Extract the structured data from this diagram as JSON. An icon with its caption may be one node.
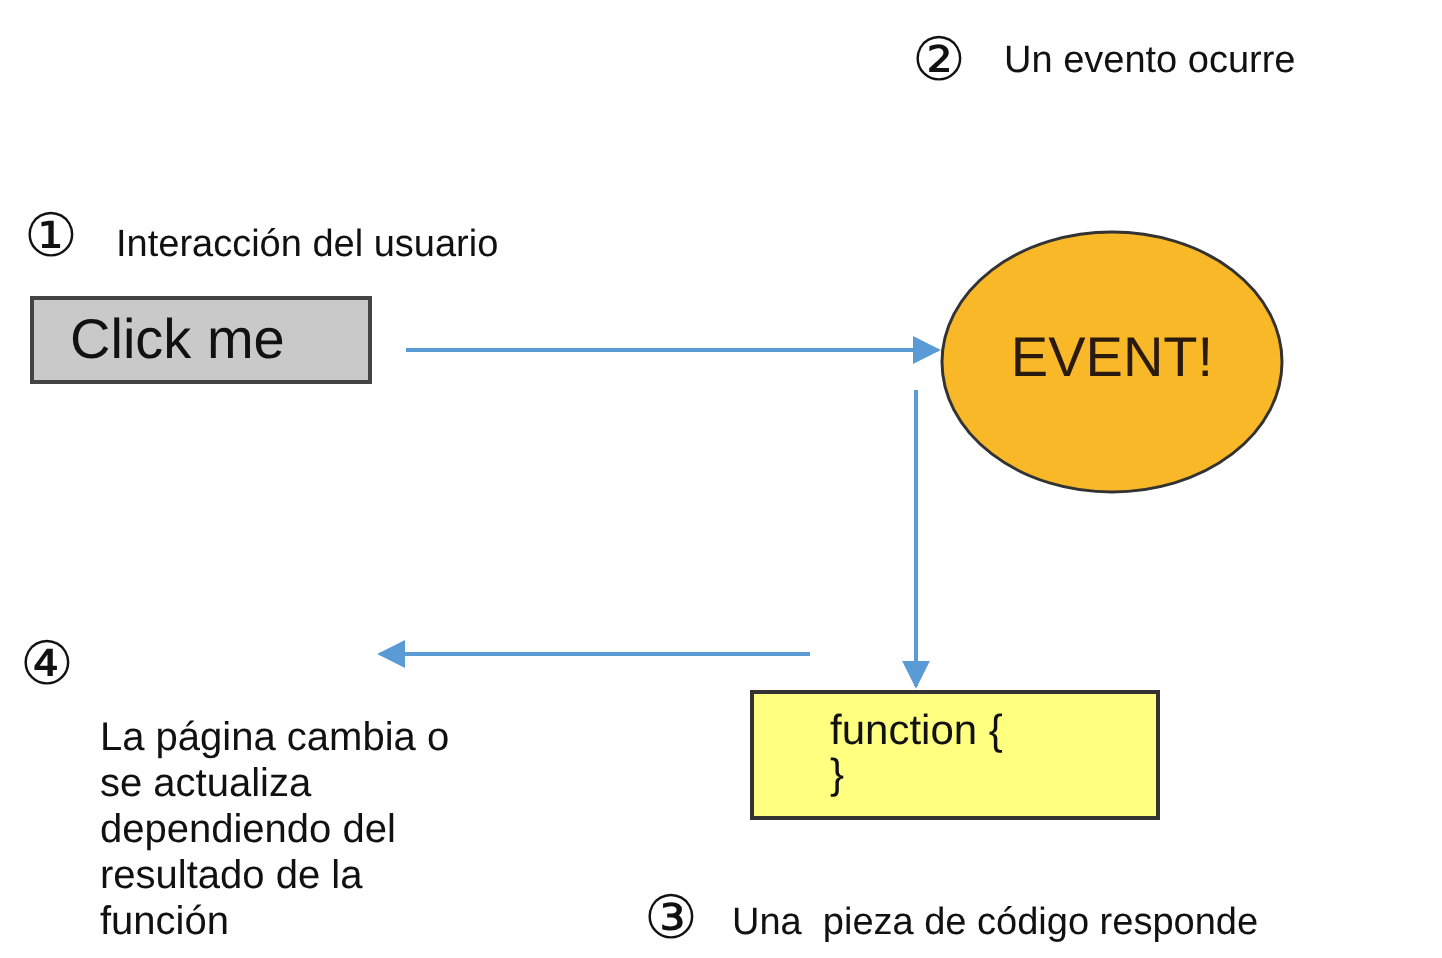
{
  "diagram": {
    "nodes": [
      {
        "text": [
          "Click me"
        ],
        "beside": [
          "①",
          "Interacción del usuario"
        ]
      },
      {
        "text": [
          "EVENT!"
        ],
        "beside": [
          "②",
          "Un evento ocurre"
        ]
      },
      {
        "text": [
          "function {",
          "}"
        ],
        "beside": [
          "③",
          "Una  pieza de código responde"
        ]
      },
      {
        "text": [
          "④",
          "La página cambia o se actualiza dependiendo del resultado de la función"
        ]
      }
    ],
    "edges": [
      {
        "from": 0,
        "to": 1,
        "arrow": "to"
      },
      {
        "from": 1,
        "to": 2,
        "arrow": "to"
      },
      {
        "from": 2,
        "to": 3,
        "arrow": "to"
      }
    ]
  }
}
